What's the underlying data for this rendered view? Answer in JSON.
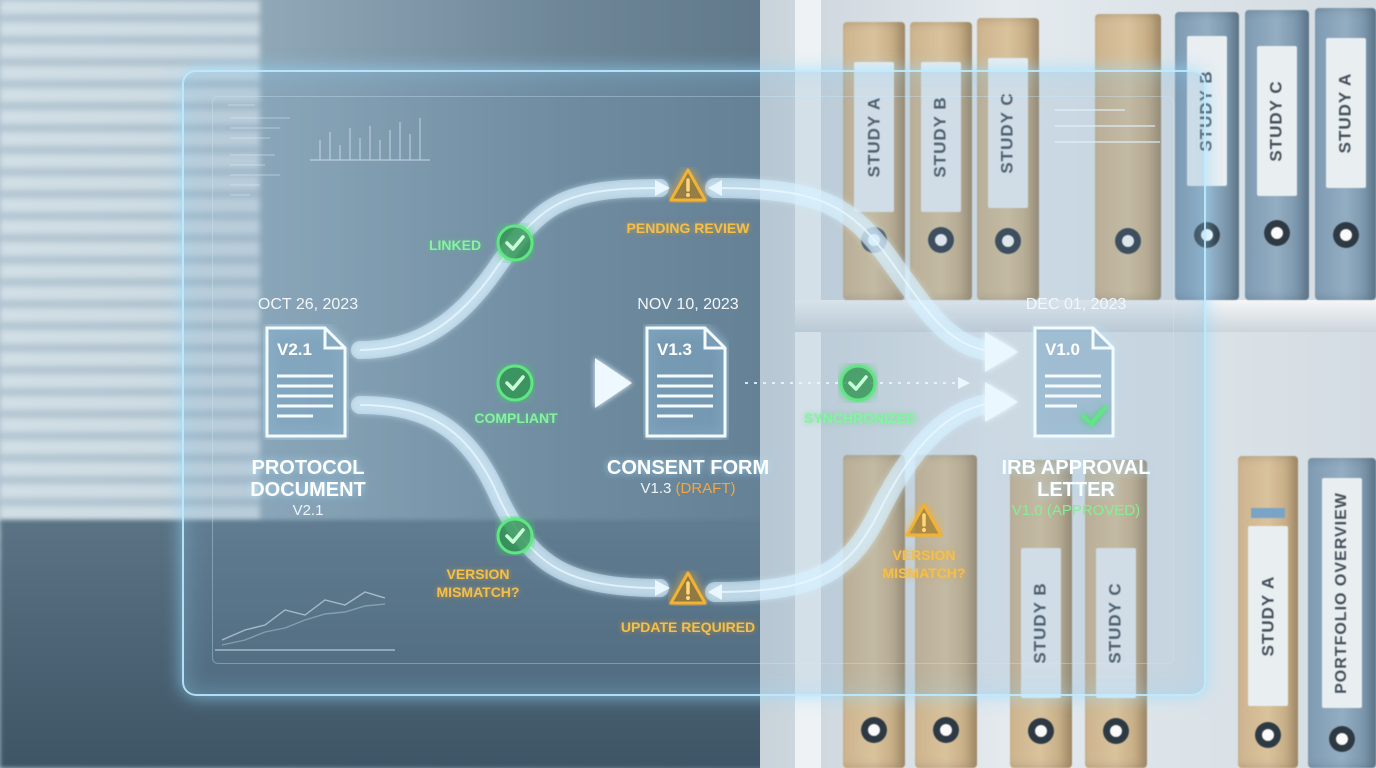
{
  "background": {
    "binder_labels_top": [
      "STUDY A",
      "STUDY B",
      "STUDY C",
      "STUDY B",
      "STUDY C",
      "STUDY A"
    ],
    "binder_labels_bottom": [
      "STUDY B",
      "STUDY C",
      "STUDY A",
      "PORTFOLIO OVERVIEW"
    ]
  },
  "documents": [
    {
      "date": "OCT 26, 2023",
      "version_tag": "V2.1",
      "title_line1": "PROTOCOL",
      "title_line2": "DOCUMENT",
      "sub_version": "V2.1",
      "sub_status": ""
    },
    {
      "date": "NOV 10, 2023",
      "version_tag": "V1.3",
      "title_line1": "CONSENT FORM",
      "title_line2": "",
      "sub_version": "V1.3",
      "sub_status": "(DRAFT)"
    },
    {
      "date": "DEC 01, 2023",
      "version_tag": "V1.0",
      "title_line1": "IRB APPROVAL",
      "title_line2": "LETTER",
      "sub_version": "V1.0",
      "sub_status": "(APPROVED)"
    }
  ],
  "statuses": {
    "linked": "LINKED",
    "pending_review": "PENDING REVIEW",
    "compliant": "COMPLIANT",
    "synchronized": "SYNCHRONIZED",
    "version_mismatch_left_1": "VERSION",
    "version_mismatch_left_2": "MISMATCH?",
    "version_mismatch_right_1": "VERSION",
    "version_mismatch_right_2": "MISMATCH?",
    "update_required": "UPDATE REQUIRED"
  },
  "colors": {
    "glow": "#bfe9ff",
    "ok_green": "#3fd36b",
    "warn_amber": "#f2b233",
    "draft_orange": "#f3a740"
  }
}
